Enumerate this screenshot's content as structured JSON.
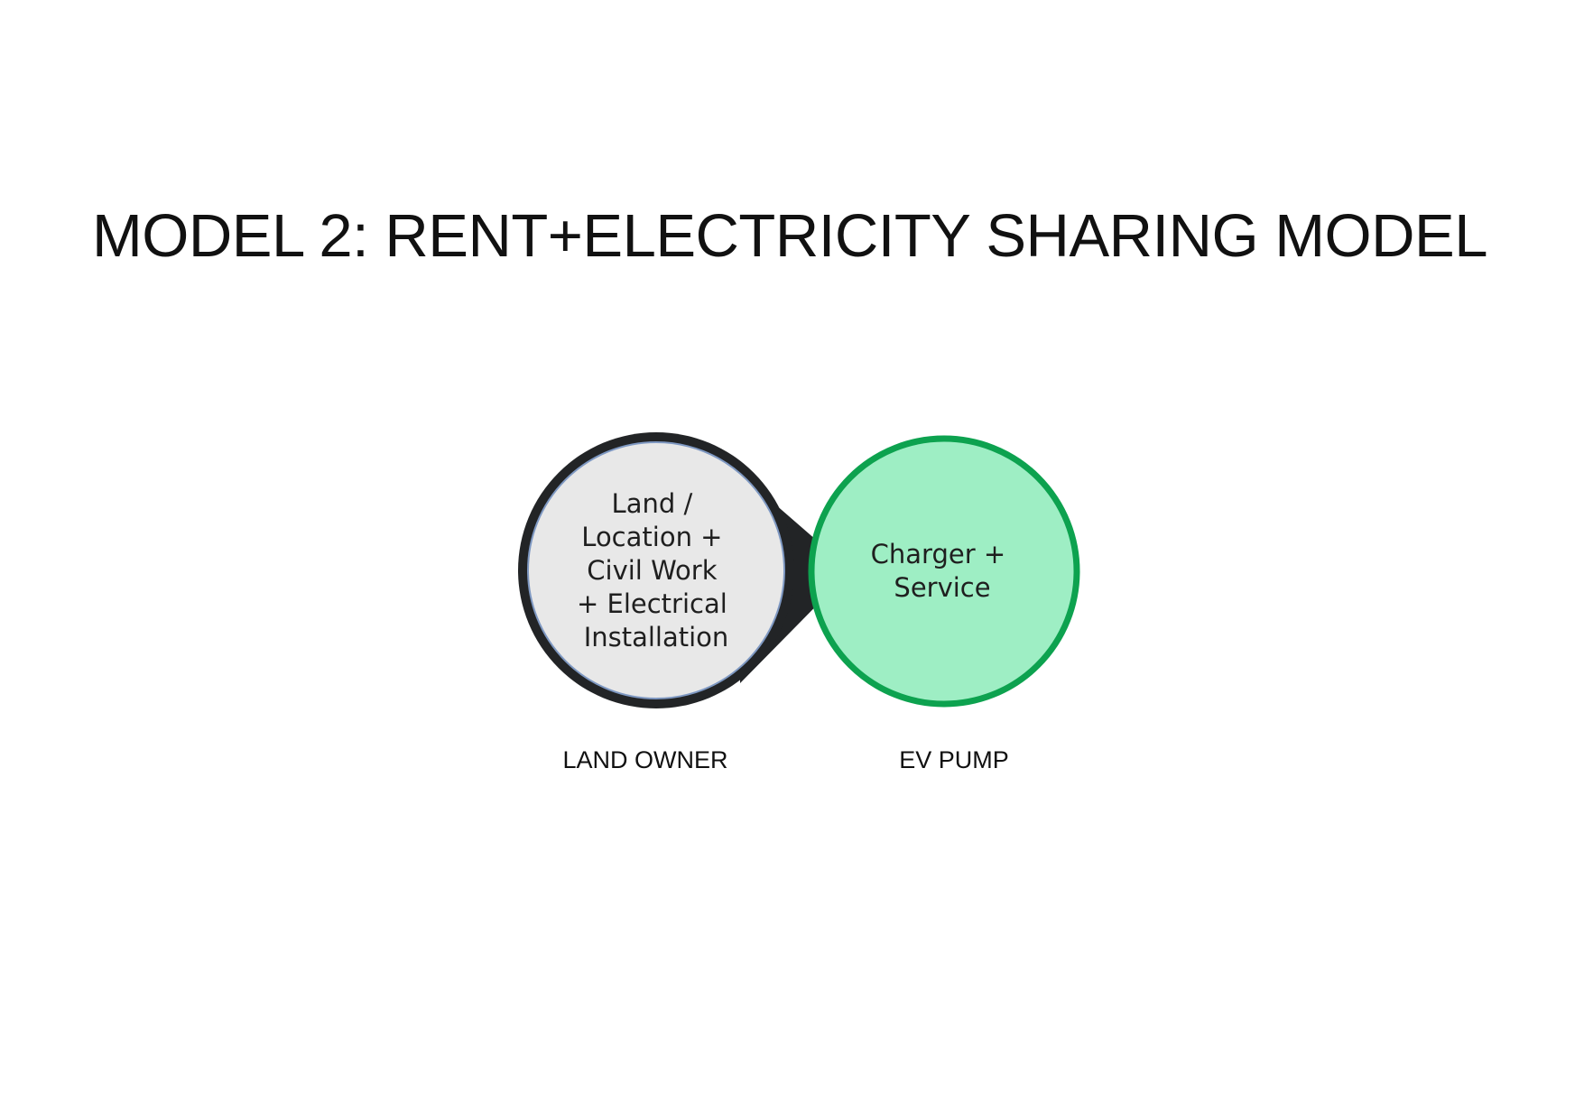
{
  "title": "MODEL 2: RENT+ELECTRICITY SHARING MODEL",
  "nodes": [
    {
      "id": "land",
      "lines": [
        "Land /",
        "Location +",
        "Civil Work",
        "+ Electrical",
        "Installation"
      ],
      "caption": "LAND OWNER",
      "fill_color": "#e8e8e8",
      "border_color": "#222426"
    },
    {
      "id": "charger",
      "lines": [
        "Charger +",
        "Service"
      ],
      "caption": "EV PUMP",
      "fill_color": "#9eeec4",
      "border_color": "#0da24f"
    }
  ],
  "connector_color": "#222426"
}
